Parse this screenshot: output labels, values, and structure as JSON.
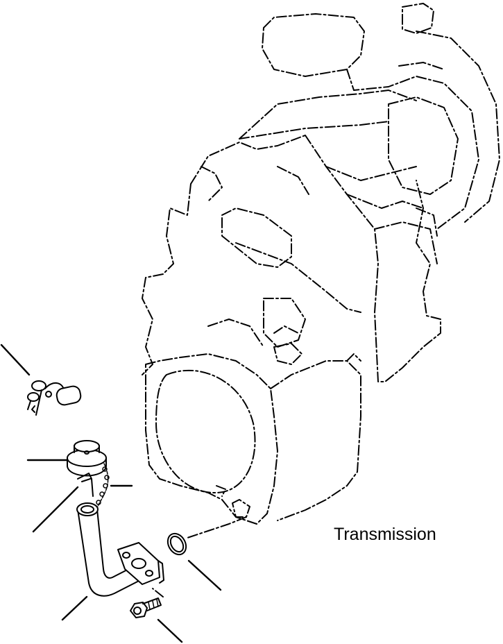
{
  "diagram": {
    "labels": {
      "transmission": "Transmission"
    },
    "parts": [
      "padlock",
      "filler-cap",
      "cap-chain",
      "gauge-stick",
      "filler-tube",
      "o-ring",
      "flange-bolt",
      "transmission-housing"
    ],
    "leader_count": 7
  }
}
